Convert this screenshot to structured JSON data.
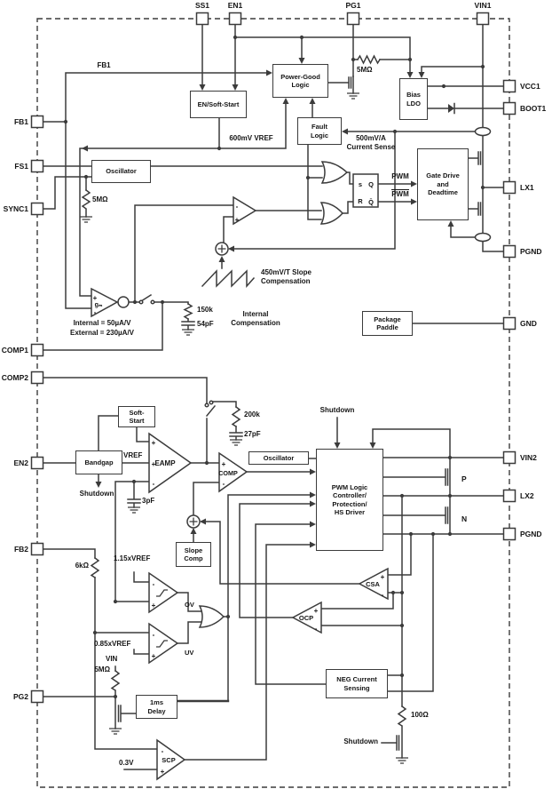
{
  "pins": {
    "top": [
      {
        "label": "SS1"
      },
      {
        "label": "EN1"
      },
      {
        "label": "PG1"
      },
      {
        "label": "VIN1"
      }
    ],
    "left": [
      {
        "label": "FB1"
      },
      {
        "label": "FS1"
      },
      {
        "label": "SYNC1"
      },
      {
        "label": "COMP1"
      },
      {
        "label": "COMP2"
      },
      {
        "label": "EN2"
      },
      {
        "label": "FB2"
      },
      {
        "label": "PG2"
      }
    ],
    "right": [
      {
        "label": "VCC1"
      },
      {
        "label": "BOOT1"
      },
      {
        "label": "LX1"
      },
      {
        "label": "PGND"
      },
      {
        "label": "GND"
      },
      {
        "label": "VIN2"
      },
      {
        "label": "LX2"
      },
      {
        "label": "PGND"
      }
    ]
  },
  "blocks": {
    "en_soft_start": "EN/Soft-Start",
    "power_good": "Power-Good\nLogic",
    "fault_logic": "Fault\nLogic",
    "oscillator1": "Oscillator",
    "bias_ldo": "Bias\nLDO",
    "gate_drive": "Gate Drive\nand\nDeadtime",
    "package_paddle": "Package\nPaddle",
    "soft_start": "Soft-\nStart",
    "bandgap": "Bandgap",
    "oscillator2": "Oscillator",
    "pwm_logic": "PWM Logic\nController/\nProtection/\nHS Driver",
    "slope_comp": "Slope\nComp",
    "neg_current": "NEG Current\nSensing",
    "delay_1ms": "1ms\nDelay"
  },
  "amps": {
    "gm": "gₘ",
    "eamp": "EAMP",
    "comp": "COMP",
    "ov": "OV",
    "uv": "UV",
    "csa": "CSA",
    "ocp": "OCP",
    "scp": "SCP"
  },
  "latch": {
    "s": "s",
    "q": "Q",
    "r": "R",
    "q_bar": "Q̄"
  },
  "marks": {
    "plus": "+",
    "minus": "-"
  },
  "nets": {
    "fb1_net": "FB1",
    "r_pullup_pg1": "5MΩ",
    "vref600": "600mV VREF",
    "current_sense": "500mV/A\nCurrent Sense",
    "pwm": "PWM",
    "pwm_bar": "PWM",
    "slope1": "450mV/T Slope\nCompensation",
    "gm_internal": "Internal = 50µA/V",
    "gm_external": "External = 230µA/V",
    "r150k": "150k",
    "c54pf": "54pF",
    "internal_comp": "Internal\nCompensation",
    "r_sync": "5MΩ",
    "r200k": "200k",
    "c27pf": "27pF",
    "vref": "VREF",
    "shutdown_bandgap": "Shutdown",
    "c3pf": "3pF",
    "shutdown_pwm": "Shutdown",
    "ov_ref": "1.15xVREF",
    "uv_ref": "0.85xVREF",
    "r6k": "6kΩ",
    "vin": "VIN",
    "r_pullup_pg2": "5MΩ",
    "v03": "0.3V",
    "r100": "100Ω",
    "shutdown_fet": "Shutdown",
    "p_fet": "P",
    "n_fet": "N"
  }
}
